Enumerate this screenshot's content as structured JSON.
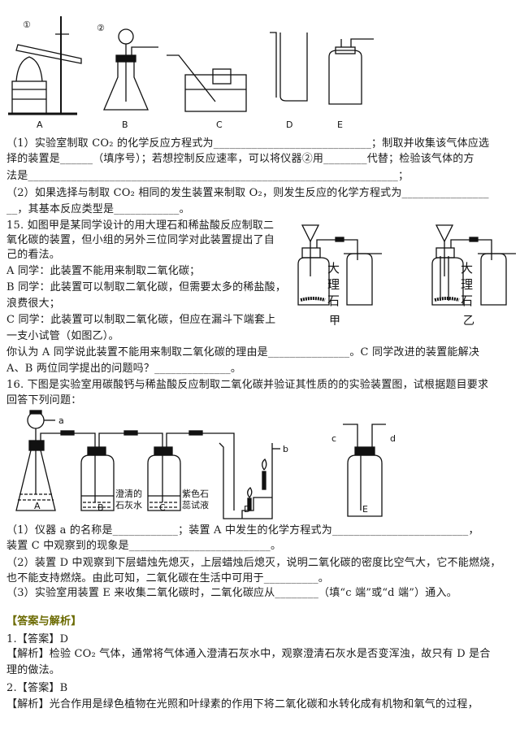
{
  "fig_top": {
    "labels": [
      "A",
      "B",
      "C",
      "D",
      "E"
    ],
    "markers": [
      "①",
      "②"
    ]
  },
  "q14": {
    "lines": [
      "（1）实验室制取 CO₂ 的化学反应方程式为_____________________________；制取并收集该气体应选",
      "择的装置是______（填序号）；若想控制反应速率，可以将仪器②用________代替；检验该气体的方",
      "法是____________________________________________________________________；",
      "（2）如果选择与制取 CO₂ 相同的发生装置来制取 O₂，则发生反应的化学方程式为________________",
      "  __，其基本反应类型是____________。"
    ]
  },
  "q15": {
    "lines": [
      "15. 如图甲是某同学设计的用大理石和稀盐酸反应制取二",
      "氧化碳的装置，但小组的另外三位同学对此装置提出了自",
      "己的看法。",
      "A 同学：此装置不能用来制取二氧化碳；",
      "B 同学：此装置可以制取二氧化碳，但需要太多的稀盐酸，",
      "浪费很大；",
      "C 同学：此装置可以制取二氧化碳，但应在漏斗下端套上",
      "一支小试管（如图乙）。",
      "      你认为 A 同学说此装置不能用来制取二氧化碳的理由是_______________。C 同学改进的装置能解决",
      "A、B 两位同学提出的问题吗？______________。"
    ],
    "fig": {
      "marble": [
        "大",
        "理",
        "石"
      ],
      "captions": [
        "甲",
        "乙"
      ]
    }
  },
  "q16": {
    "lines": [
      "16. 下图是实验室用碳酸钙与稀盐酸反应制取二氧化碳并验证其性质的的实验装置图，试根据题目要求",
      "回答下列问题："
    ],
    "fig": {
      "labels": [
        "A",
        "B",
        "C",
        "D",
        "E"
      ],
      "letters": [
        "a",
        "b",
        "c",
        "d"
      ],
      "limewater": [
        "澄清的",
        "石灰水"
      ],
      "litmus": [
        "紫色石",
        "蕊试液"
      ]
    },
    "sub": [
      "（1）仪器 a 的名称是____________；装置 A 中发生的化学方程式为_________________________，",
      "  装置 C 中观察到的现象是__________________________。",
      "（2）装置 D 中观察到下层蜡烛先熄灭，上层蜡烛后熄灭，说明二氧化碳的密度比空气大，它不能燃烧，",
      "  也不能支持燃烧。由此可知，二氧化碳在生活中可用于__________。",
      "（3）实验室用装置 E 来收集二氧化碳时，二氧化碳应从________（填“c 端”或“d 端”）通入。"
    ]
  },
  "answers": {
    "header": "【答案与解析】",
    "lines": [
      "1.【答案】D",
      "  【解析】检验 CO₂ 气体，通常将气体通入澄清石灰水中，观察澄清石灰水是否变浑浊，故只有 D 是合",
      "理的做法。",
      "2.【答案】B",
      "  【解析】光合作用是绿色植物在光照和叶绿素的作用下将二氧化碳和水转化成有机物和氧气的过程，"
    ],
    "header_color": "#6b6a00"
  }
}
